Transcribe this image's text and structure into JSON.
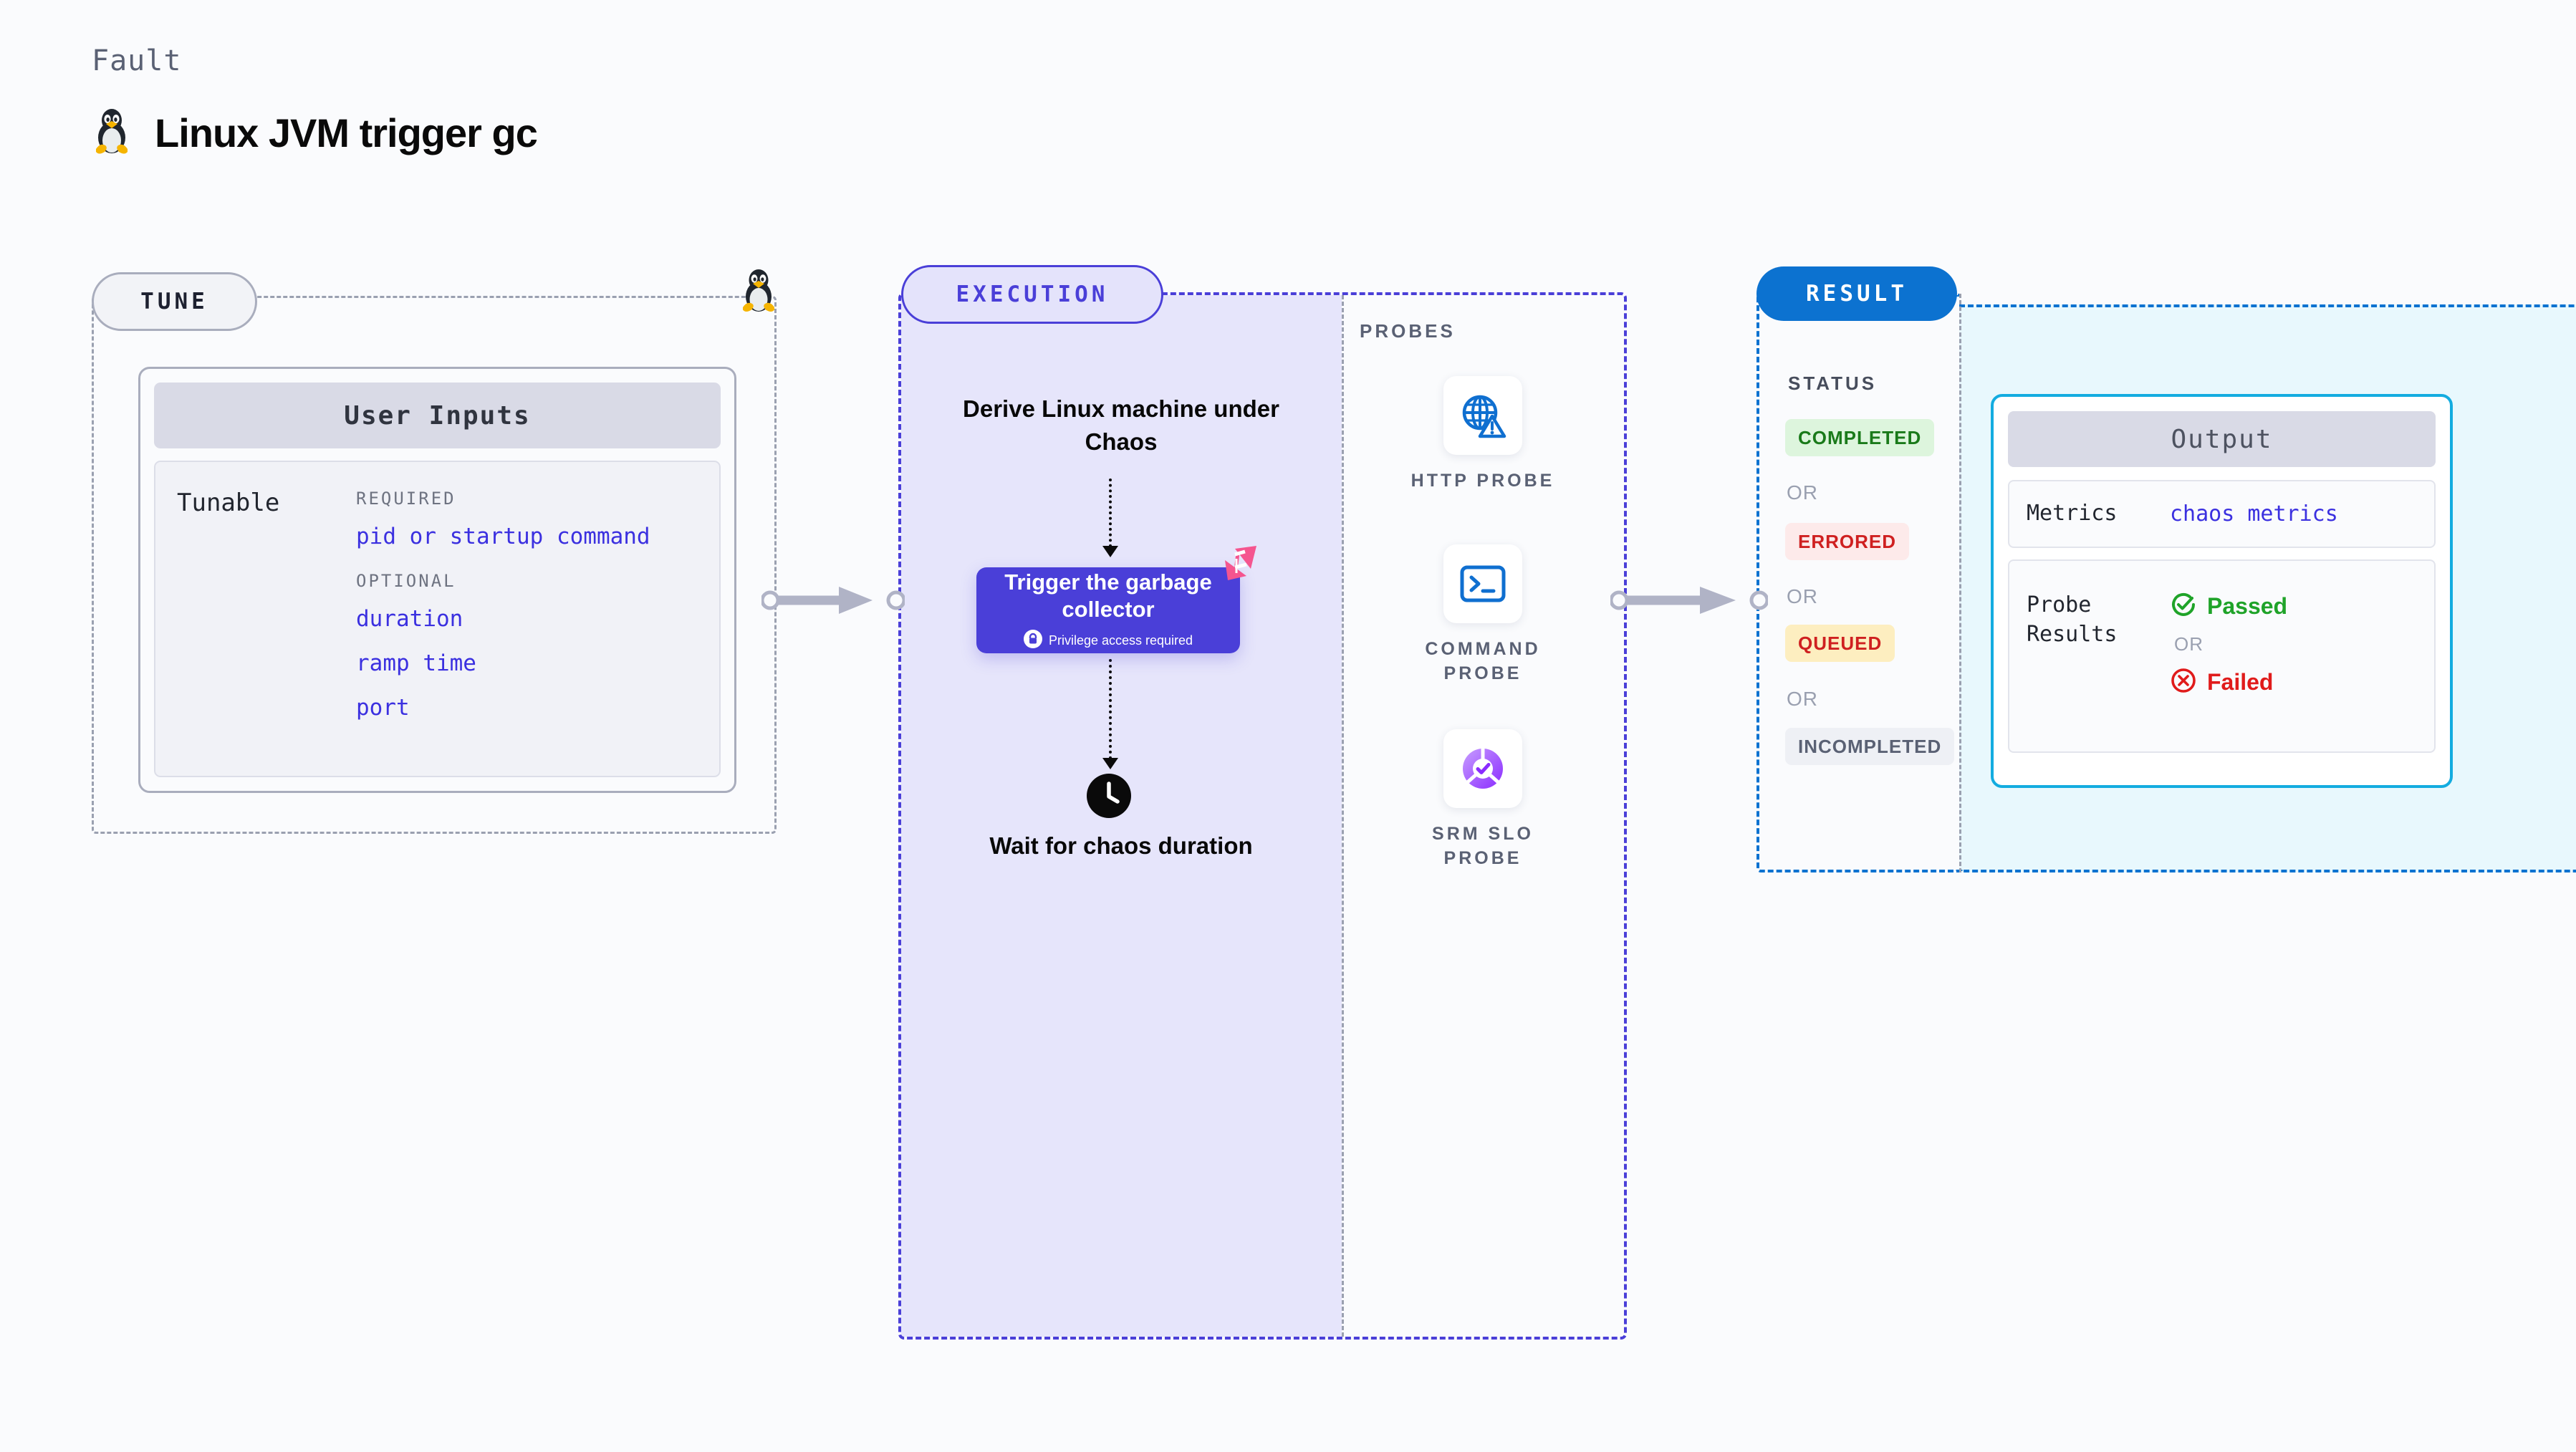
{
  "header": {
    "kicker": "Fault",
    "title": "Linux JVM trigger gc",
    "icon": "tux-penguin-icon"
  },
  "tune": {
    "badge": "TUNE",
    "card_title": "User Inputs",
    "tunable_label": "Tunable",
    "groups": [
      {
        "label": "REQUIRED",
        "fields": [
          "pid or startup command"
        ]
      },
      {
        "label": "OPTIONAL",
        "fields": [
          "duration",
          "ramp time",
          "port"
        ]
      }
    ],
    "border_icon": "tux-penguin-icon"
  },
  "execution": {
    "badge": "EXECUTION",
    "step_1": "Derive Linux machine under Chaos",
    "action": {
      "title": "Trigger the garbage collector",
      "privilege_note": "Privilege access required",
      "privilege_icon": "lock-icon",
      "corner_icon": "chaos-flag-icon",
      "color": "#4a3fd8"
    },
    "step_3": {
      "icon": "clock-icon",
      "label": "Wait for chaos duration"
    }
  },
  "probes": {
    "label": "PROBES",
    "items": [
      {
        "icon": "globe-warning-icon",
        "caption": "HTTP PROBE",
        "color": "#0f6fd0"
      },
      {
        "icon": "terminal-icon",
        "caption": "COMMAND PROBE",
        "color": "#0f6fd0"
      },
      {
        "icon": "slo-donut-check-icon",
        "caption": "SRM SLO PROBE",
        "color": "#9747ff"
      }
    ]
  },
  "result": {
    "badge": "RESULT",
    "status_label": "STATUS",
    "or_label": "OR",
    "statuses": [
      {
        "text": "COMPLETED",
        "bg": "#ddf5dd",
        "fg": "#1a7a1a"
      },
      {
        "text": "ERRORED",
        "bg": "#fdeaea",
        "fg": "#cf2020"
      },
      {
        "text": "QUEUED",
        "bg": "#fdeec0",
        "fg": "#cf2020"
      },
      {
        "text": "INCOMPLETED",
        "bg": "#eef0f5",
        "fg": "#5a6174"
      }
    ],
    "output": {
      "title": "Output",
      "metrics_key": "Metrics",
      "metrics_value": "chaos metrics",
      "probe_results_key": "Probe Results",
      "passed": {
        "text": "Passed",
        "icon": "check-circle-icon",
        "color": "#1fa329"
      },
      "or_label": "OR",
      "failed": {
        "text": "Failed",
        "icon": "x-circle-icon",
        "color": "#e01b1b"
      }
    }
  }
}
